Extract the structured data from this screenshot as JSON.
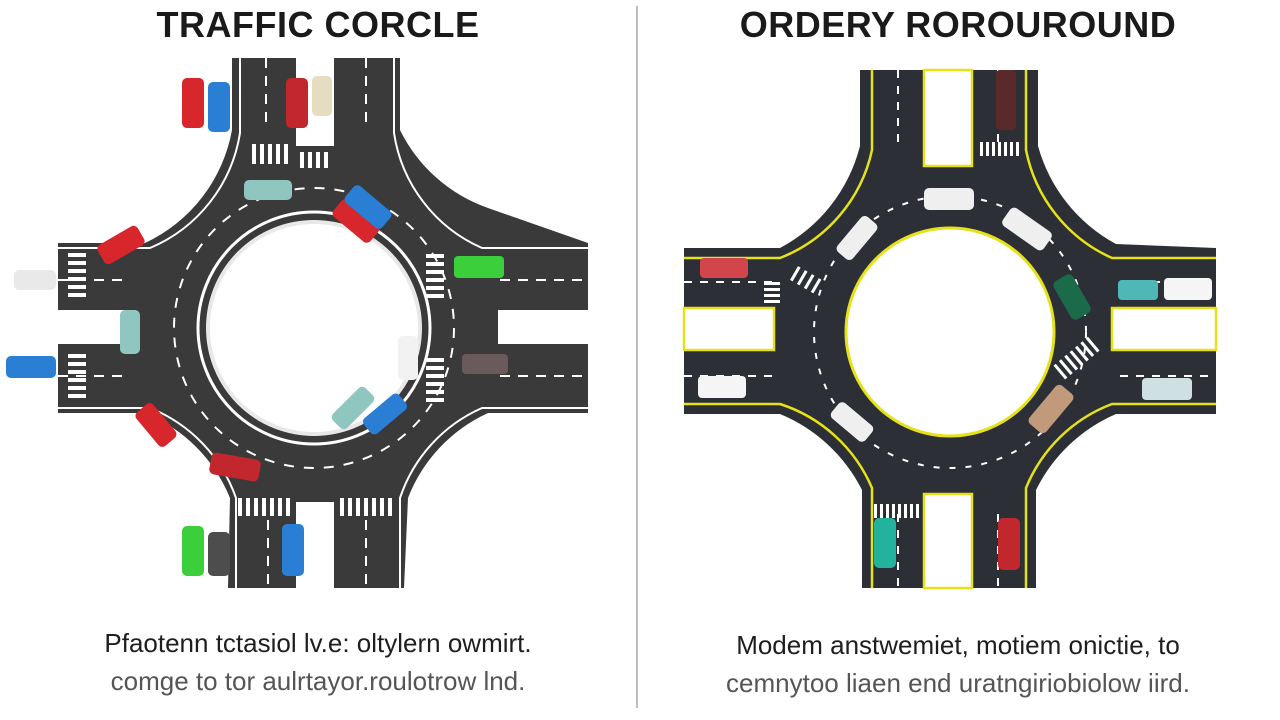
{
  "left_panel": {
    "title": "TRAFFIC CORCLE",
    "caption_line1": "Pfaotenn tctasiol lv.e: oltylern owmirt.",
    "caption_line2": "comge to tor aulrtayor.roulotrow lnd."
  },
  "right_panel": {
    "title": "ORDERY ROROUROUND",
    "caption_line1": "Modem anstwemiet, motiem onictie, to",
    "caption_line2": "cemnytoo liaen end uratngiriobiolow iird."
  },
  "colors": {
    "left_road": "#3a3a3b",
    "right_road": "#2c2f36",
    "left_markings": "#ffffff",
    "right_edge_lines": "#e6e21a",
    "divider": "#bdbdbd"
  },
  "icons": {
    "cars": "car-top-view",
    "crosswalks": "zebra-crossing",
    "roundabout": "central-island"
  }
}
